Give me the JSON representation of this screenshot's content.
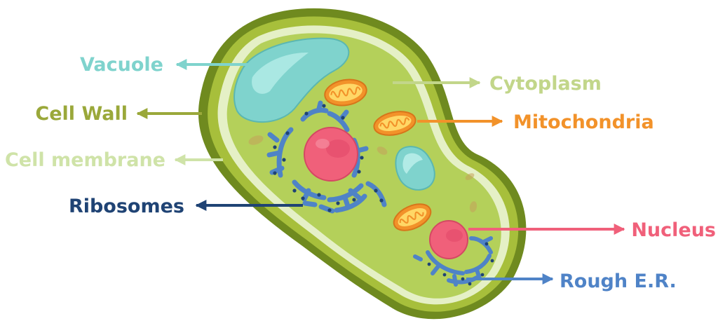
{
  "labels": {
    "vacuole": "Vacuole",
    "cell_wall": "Cell Wall",
    "cell_membrane": "Cell membrane",
    "ribosomes": "Ribosomes",
    "cytoplasm": "Cytoplasm",
    "mitochondria": "Mitochondria",
    "nucleus": "Nucleus",
    "rough_er": "Rough E.R."
  },
  "colors": {
    "vacuole": "#7fd3cd",
    "cell_wall": "#9aa83a",
    "cell_membrane": "#cfe3a8",
    "ribosomes": "#1f4374",
    "cytoplasm": "#c2d68a",
    "mitochondria": "#f2922a",
    "nucleus": "#f0607a",
    "rough_er": "#4f83c7"
  }
}
